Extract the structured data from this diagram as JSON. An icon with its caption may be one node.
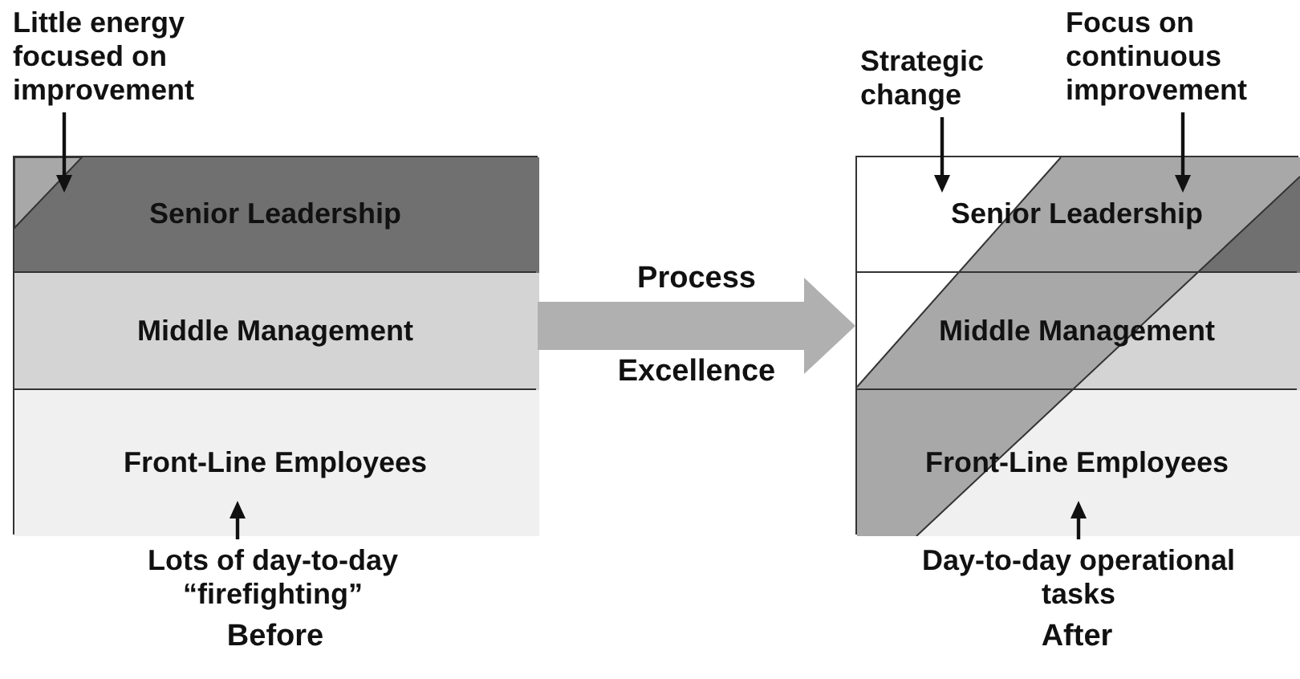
{
  "diagram": {
    "nodes": [
      {
        "text": [
          "Little energy focused on improvement"
        ]
      },
      {
        "text": [
          "Before"
        ]
      },
      {
        "text": [
          "Senior Leadership"
        ],
        "in": 1
      },
      {
        "text": [
          "Middle Management"
        ],
        "in": 1
      },
      {
        "text": [
          "Front-Line Employees"
        ],
        "in": 1
      },
      {
        "text": [
          "Lots of day-to-day “firefighting”"
        ]
      },
      {
        "text": [
          "Strategic change"
        ]
      },
      {
        "text": [
          "Focus on continuous improvement"
        ]
      },
      {
        "text": [
          "After"
        ]
      },
      {
        "text": [
          "Senior Leadership"
        ],
        "in": 8
      },
      {
        "text": [
          "Middle Management"
        ],
        "in": 8
      },
      {
        "text": [
          "Front-Line Employees"
        ],
        "in": 8
      },
      {
        "text": [
          "Day-to-day operational tasks"
        ]
      }
    ],
    "edges": [
      {
        "from": 0,
        "to": 2,
        "arrow": "to"
      },
      {
        "from": 5,
        "to": 4,
        "arrow": "to"
      },
      {
        "from": 1,
        "to": 8,
        "arrow": "to",
        "label": "Process Excellence",
        "style": "thick",
        "color": "#b0b0b0"
      },
      {
        "from": 6,
        "to": 9,
        "arrow": "to"
      },
      {
        "from": 7,
        "to": 9,
        "arrow": "to"
      },
      {
        "from": 12,
        "to": 11,
        "arrow": "to"
      }
    ]
  }
}
